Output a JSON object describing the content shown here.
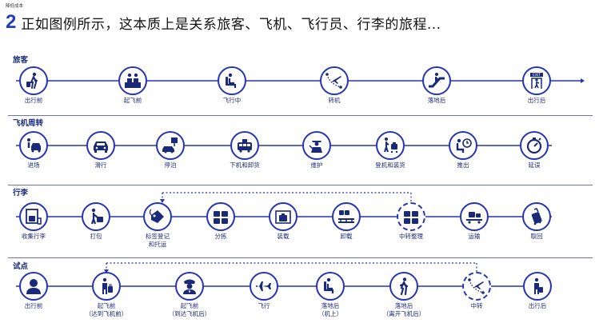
{
  "top_tag": "降低成本",
  "heading": {
    "number": "2",
    "text": "正如图例所示，这本质上是关系旅客、飞机、飞行员、行李的旅程..."
  },
  "rows": [
    {
      "label": "旅客",
      "steps": [
        {
          "icon": "walking-luggage-icon",
          "label": "出行前"
        },
        {
          "icon": "check-in-counter-icon",
          "label": "起飞前"
        },
        {
          "icon": "airplane-seat-icon",
          "label": "飞行中"
        },
        {
          "icon": "plane-transfer-route-icon",
          "label": "转机"
        },
        {
          "icon": "escalator-icon",
          "label": "落地后"
        },
        {
          "icon": "exit-sign-icon",
          "label": "出行后"
        }
      ]
    },
    {
      "label": "飞机周转",
      "steps": [
        {
          "icon": "person-car-icon",
          "label": "进场"
        },
        {
          "icon": "taxi-car-icon",
          "label": "滑行"
        },
        {
          "icon": "parking-car-icon",
          "label": "停泊"
        },
        {
          "icon": "bus-unloading-icon",
          "label": "下机和卸货"
        },
        {
          "icon": "maintenance-worker-icon",
          "label": "维护"
        },
        {
          "icon": "boarding-loading-icon",
          "label": "登机和装货"
        },
        {
          "icon": "pushback-clock-icon",
          "label": "推出"
        },
        {
          "icon": "delay-stopwatch-icon",
          "label": "延误"
        }
      ]
    },
    {
      "label": "行李",
      "steps": [
        {
          "icon": "baggage-collection-icon",
          "label": "收集行李"
        },
        {
          "icon": "packing-person-icon",
          "label": "打包"
        },
        {
          "icon": "baggage-tag-icon",
          "label": "标签登记",
          "label2": "和托运"
        },
        {
          "icon": "baggage-sorting-icon",
          "label": "分拣"
        },
        {
          "icon": "baggage-loading-icon",
          "label": "装载"
        },
        {
          "icon": "baggage-unloading-icon",
          "label": "卸载"
        },
        {
          "icon": "baggage-transfer-icon",
          "label": "中转整理",
          "dashed": true
        },
        {
          "icon": "baggage-carousel-icon",
          "label": "运输"
        },
        {
          "icon": "baggage-pickup-icon",
          "label": "取回"
        }
      ]
    },
    {
      "label": "试点",
      "steps": [
        {
          "icon": "pilot-avatar-icon",
          "label": "出行前"
        },
        {
          "icon": "pilot-with-luggage-icon",
          "label": "起飞前",
          "label2": "（达到飞机前）"
        },
        {
          "icon": "pilot-cap-icon",
          "label": "起飞前",
          "label2": "（到达飞机后）"
        },
        {
          "icon": "airplane-icon",
          "label": "飞行"
        },
        {
          "icon": "seated-passenger-icon",
          "label": "落地后",
          "label2": "（机上）"
        },
        {
          "icon": "walking-person-icon",
          "label": "落地后",
          "label2": "（离开飞机后）"
        },
        {
          "icon": "plane-transfer-route-icon",
          "label": "中转",
          "dashed": true
        },
        {
          "icon": "pilot-leaving-icon",
          "label": "出行后"
        }
      ]
    }
  ]
}
